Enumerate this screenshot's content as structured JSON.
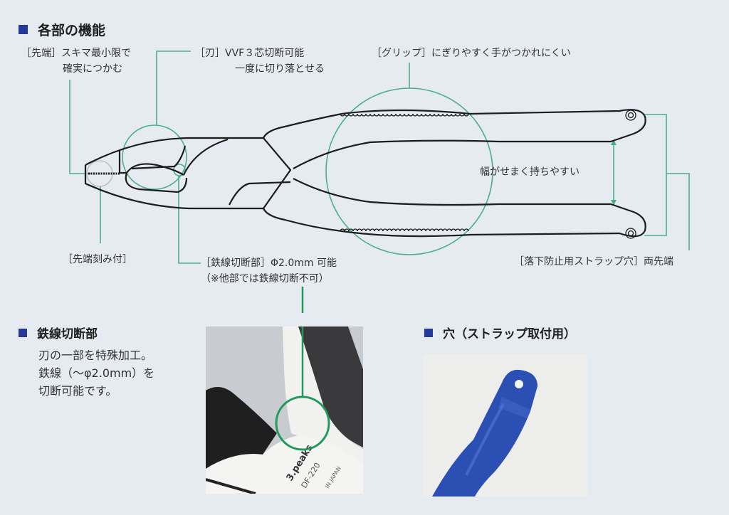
{
  "header": {
    "title": "各部の機能"
  },
  "diagram": {
    "labels": {
      "tip": {
        "line1": "［先端］スキマ最小限で",
        "line2": "確実につかむ"
      },
      "blade": {
        "line1": "［刃］VVF３芯切断可能",
        "line2": "一度に切り落とせる"
      },
      "grip": "［グリップ］にぎりやすく手がつかれにくい",
      "width_note": "幅がせまく持ちやすい",
      "tip_serration": "［先端刻み付］",
      "wire_cutter": {
        "line1": "［鉄線切断部］Φ2.0mm 可能",
        "line2": "（※他部では鉄線切断不可）"
      },
      "strap_hole": "［落下防止用ストラップ穴］両先端"
    },
    "colors": {
      "callout_line": "#4dae8a",
      "outline": "#1c1c1c",
      "bullet": "#24399a"
    }
  },
  "sections": {
    "wire_cutter": {
      "title": "鉄線切断部",
      "body": [
        "刃の一部を特殊加工。",
        "鉄線（～φ2.0mm）を",
        "切断可能です。"
      ],
      "photo": {
        "brand_text": "3.peaks",
        "model_text": "DF-220",
        "origin_text": "IN JAPAN"
      }
    },
    "strap_hole": {
      "title": "穴（ストラップ取付用）"
    }
  }
}
